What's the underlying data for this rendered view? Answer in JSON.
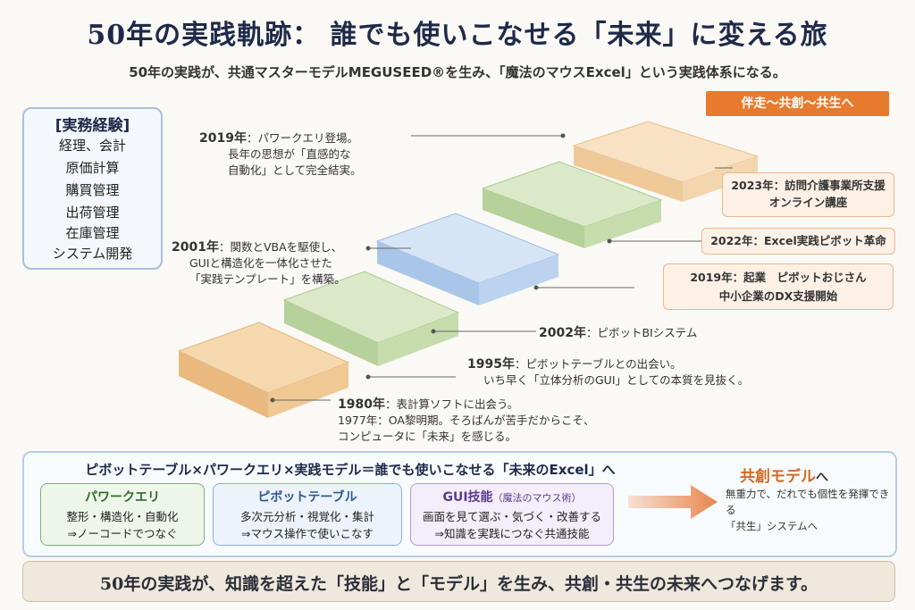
{
  "title": "50年の実践軌跡： 誰でも使いこなせる「未来」に変える旅",
  "subtitle": "50年の実践が、共通マスターモデルMEGUSEED®を生み、「魔法のマウスExcel」という実践体系になる。",
  "badge": "伴走〜共創〜共生へ",
  "experience": {
    "title": "[実務経験]",
    "items": [
      "経理、会計",
      "原価計算",
      "購買管理",
      "出荷管理",
      "在庫管理",
      "システム開発"
    ]
  },
  "steps_colors": [
    "#f3c98f",
    "#c9dfb5",
    "#bcd3ef",
    "#c9dfb5",
    "#f3d2a6"
  ],
  "timeline": {
    "y2019": {
      "year": "2019年",
      "line1": "：パワークエリ登場。",
      "line2": "長年の思想が「直感的な",
      "line3": "自動化」として完全結実。"
    },
    "y2001": {
      "year": "2001年",
      "line1": "：関数とVBAを駆使し、",
      "line2": "GUIと構造化を一体化させた",
      "line3": "「実践テンプレート」を構築。"
    },
    "y2002": {
      "year": "2002年",
      "text": "：ピボットBIシステム"
    },
    "y1995": {
      "year": "1995年",
      "line1": "：ピボットテーブルとの出会い。",
      "line2": "いち早く「立体分析のGUI」としての本質を見抜く。"
    },
    "y1980": {
      "year": "1980年",
      "line1": "：表計算ソフトに出会う。",
      "line2": "1977年：OA黎明期。そろばんが苦手だからこそ、",
      "line3": "コンピュータに「未来」を感じる。"
    }
  },
  "right": {
    "r2023": {
      "line1": "2023年：訪問介護事業所支援",
      "line2": "オンライン講座"
    },
    "r2022": {
      "text": "2022年：Excel実践ピボット革命"
    },
    "r2019": {
      "line1": "2019年：起業　ピボットおじさん",
      "line2": "中小企業のDX支援開始"
    }
  },
  "panel": {
    "heading": "ピボットテーブル×パワークエリ×実践モデル＝誰でも使いこなせる「未来のExcel」へ",
    "cards": [
      {
        "title": "パワークエリ",
        "line1": "整形・構造化・自動化",
        "line2": "⇒ノーコードでつなぐ"
      },
      {
        "title": "ピボットテーブル",
        "line1": "多次元分析・視覚化・集計",
        "line2": "⇒マウス操作で使いこなす"
      },
      {
        "title": "GUI技能",
        "title_sub": "（魔法のマウス術）",
        "line1": "画面を見て選ぶ・気づく・改善する",
        "line2": "⇒知識を実践につなぐ共通技能"
      }
    ],
    "goal": {
      "title": "共創モデル",
      "title_suffix": "へ",
      "line1": "無重力で、だれでも個性を発揮できる",
      "line2": "「共生」システムへ"
    }
  },
  "footer": "50年の実践が、知識を超えた「技能」と「モデル」を生み、共創・共生の未来へつなげます。"
}
